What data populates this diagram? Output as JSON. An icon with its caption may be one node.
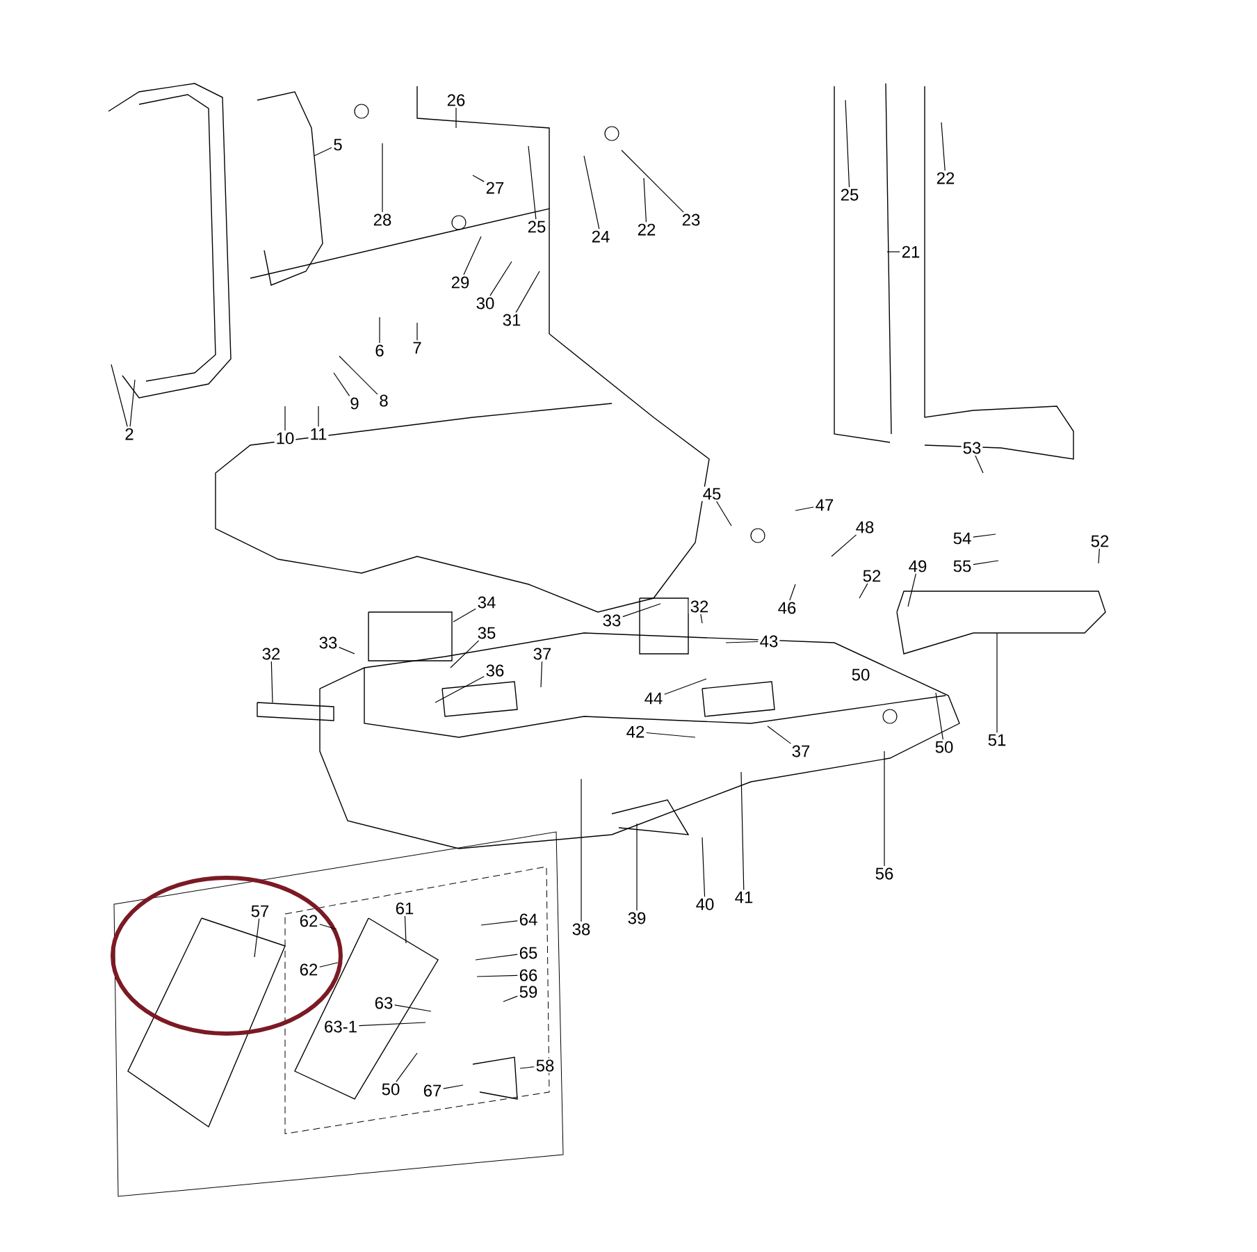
{
  "diagram": {
    "nodes": [
      {
        "text": [
          "2"
        ]
      },
      {
        "text": [
          "5"
        ]
      },
      {
        "text": [
          "26"
        ]
      },
      {
        "text": [
          "27"
        ]
      },
      {
        "text": [
          "28"
        ]
      },
      {
        "text": [
          "25"
        ]
      },
      {
        "text": [
          "24"
        ]
      },
      {
        "text": [
          "22"
        ]
      },
      {
        "text": [
          "23"
        ]
      },
      {
        "text": [
          "25"
        ]
      },
      {
        "text": [
          "22"
        ]
      },
      {
        "text": [
          "29"
        ]
      },
      {
        "text": [
          "30"
        ]
      },
      {
        "text": [
          "31"
        ]
      },
      {
        "text": [
          "21"
        ]
      },
      {
        "text": [
          "6"
        ]
      },
      {
        "text": [
          "7"
        ]
      },
      {
        "text": [
          "9"
        ]
      },
      {
        "text": [
          "8"
        ]
      },
      {
        "text": [
          "10"
        ]
      },
      {
        "text": [
          "11"
        ]
      },
      {
        "text": [
          "53"
        ]
      },
      {
        "text": [
          "45"
        ]
      },
      {
        "text": [
          "47"
        ]
      },
      {
        "text": [
          "54"
        ]
      },
      {
        "text": [
          "48"
        ]
      },
      {
        "text": [
          "52"
        ]
      },
      {
        "text": [
          "55"
        ]
      },
      {
        "text": [
          "52"
        ]
      },
      {
        "text": [
          "49"
        ]
      },
      {
        "text": [
          "46"
        ]
      },
      {
        "text": [
          "34"
        ]
      },
      {
        "text": [
          "33"
        ]
      },
      {
        "text": [
          "32"
        ]
      },
      {
        "text": [
          "35"
        ]
      },
      {
        "text": [
          "33"
        ]
      },
      {
        "text": [
          "32"
        ]
      },
      {
        "text": [
          "43"
        ]
      },
      {
        "text": [
          "37"
        ]
      },
      {
        "text": [
          "36"
        ]
      },
      {
        "text": [
          "44"
        ]
      },
      {
        "text": [
          "42"
        ]
      },
      {
        "text": [
          "50"
        ]
      },
      {
        "text": [
          "51"
        ]
      },
      {
        "text": [
          "37"
        ]
      },
      {
        "text": [
          "41"
        ]
      },
      {
        "text": [
          "40"
        ]
      },
      {
        "text": [
          "39"
        ]
      },
      {
        "text": [
          "38"
        ]
      },
      {
        "text": [
          "56"
        ]
      },
      {
        "text": [
          "57"
        ]
      },
      {
        "text": [
          "62"
        ]
      },
      {
        "text": [
          "61"
        ]
      },
      {
        "text": [
          "64"
        ]
      },
      {
        "text": [
          "65"
        ]
      },
      {
        "text": [
          "62"
        ]
      },
      {
        "text": [
          "66"
        ]
      },
      {
        "text": [
          "59"
        ]
      },
      {
        "text": [
          "63"
        ]
      },
      {
        "text": [
          "63-1"
        ]
      },
      {
        "text": [
          "58"
        ]
      },
      {
        "text": [
          "50"
        ]
      },
      {
        "text": [
          "67"
        ]
      }
    ],
    "edges": [
      {
        "from": 0,
        "to": null,
        "arrow": "none"
      },
      {
        "from": 0,
        "to": null,
        "arrow": "none"
      },
      {
        "from": 1,
        "to": null,
        "arrow": "none"
      },
      {
        "from": 2,
        "to": null,
        "arrow": "none"
      },
      {
        "from": 3,
        "to": null,
        "arrow": "none"
      },
      {
        "from": 4,
        "to": null,
        "arrow": "none"
      },
      {
        "from": 5,
        "to": null,
        "arrow": "none"
      },
      {
        "from": 6,
        "to": null,
        "arrow": "none"
      },
      {
        "from": 7,
        "to": null,
        "arrow": "none"
      },
      {
        "from": 8,
        "to": null,
        "arrow": "none"
      },
      {
        "from": 9,
        "to": null,
        "arrow": "none"
      },
      {
        "from": 10,
        "to": null,
        "arrow": "none"
      },
      {
        "from": 11,
        "to": null,
        "arrow": "none"
      },
      {
        "from": 12,
        "to": null,
        "arrow": "none"
      },
      {
        "from": 13,
        "to": null,
        "arrow": "none"
      },
      {
        "from": 14,
        "to": null,
        "arrow": "none"
      },
      {
        "from": 15,
        "to": null,
        "arrow": "none"
      },
      {
        "from": 16,
        "to": null,
        "arrow": "none"
      },
      {
        "from": 17,
        "to": null,
        "arrow": "none"
      },
      {
        "from": 18,
        "to": null,
        "arrow": "none"
      },
      {
        "from": 19,
        "to": null,
        "arrow": "none"
      },
      {
        "from": 20,
        "to": null,
        "arrow": "none"
      },
      {
        "from": 21,
        "to": null,
        "arrow": "none"
      },
      {
        "from": 22,
        "to": null,
        "arrow": "none"
      },
      {
        "from": 23,
        "to": null,
        "arrow": "none"
      },
      {
        "from": 24,
        "to": null,
        "arrow": "none"
      },
      {
        "from": 25,
        "to": null,
        "arrow": "none"
      },
      {
        "from": 26,
        "to": null,
        "arrow": "none"
      },
      {
        "from": 27,
        "to": null,
        "arrow": "none"
      },
      {
        "from": 28,
        "to": null,
        "arrow": "none"
      },
      {
        "from": 29,
        "to": null,
        "arrow": "none"
      },
      {
        "from": 30,
        "to": null,
        "arrow": "none"
      },
      {
        "from": 31,
        "to": null,
        "arrow": "none"
      },
      {
        "from": 32,
        "to": null,
        "arrow": "none"
      },
      {
        "from": 33,
        "to": null,
        "arrow": "none"
      },
      {
        "from": 34,
        "to": null,
        "arrow": "none"
      },
      {
        "from": 35,
        "to": null,
        "arrow": "none"
      },
      {
        "from": 36,
        "to": null,
        "arrow": "none"
      },
      {
        "from": 37,
        "to": null,
        "arrow": "none"
      },
      {
        "from": 38,
        "to": null,
        "arrow": "none"
      },
      {
        "from": 39,
        "to": null,
        "arrow": "none"
      },
      {
        "from": 40,
        "to": null,
        "arrow": "none"
      },
      {
        "from": 41,
        "to": null,
        "arrow": "none"
      },
      {
        "from": 42,
        "to": null,
        "arrow": "none"
      },
      {
        "from": 43,
        "to": null,
        "arrow": "none"
      },
      {
        "from": 44,
        "to": null,
        "arrow": "none"
      },
      {
        "from": 45,
        "to": null,
        "arrow": "none"
      },
      {
        "from": 46,
        "to": null,
        "arrow": "none"
      },
      {
        "from": 47,
        "to": null,
        "arrow": "none"
      },
      {
        "from": 48,
        "to": null,
        "arrow": "none"
      },
      {
        "from": 49,
        "to": null,
        "arrow": "none"
      },
      {
        "from": 50,
        "to": null,
        "arrow": "none"
      },
      {
        "from": 51,
        "to": null,
        "arrow": "none"
      },
      {
        "from": 52,
        "to": null,
        "arrow": "none"
      },
      {
        "from": 53,
        "to": null,
        "arrow": "none"
      },
      {
        "from": 54,
        "to": null,
        "arrow": "none"
      },
      {
        "from": 55,
        "to": null,
        "arrow": "none"
      },
      {
        "from": 56,
        "to": null,
        "arrow": "none"
      },
      {
        "from": 57,
        "to": null,
        "arrow": "none"
      },
      {
        "from": 58,
        "to": null,
        "arrow": "none"
      },
      {
        "from": 59,
        "to": null,
        "arrow": "none"
      },
      {
        "from": 60,
        "to": null,
        "arrow": "none"
      },
      {
        "from": 61,
        "to": null,
        "arrow": "none"
      },
      {
        "from": 62,
        "to": null,
        "arrow": "none"
      }
    ],
    "labels": [
      "50"
    ]
  }
}
